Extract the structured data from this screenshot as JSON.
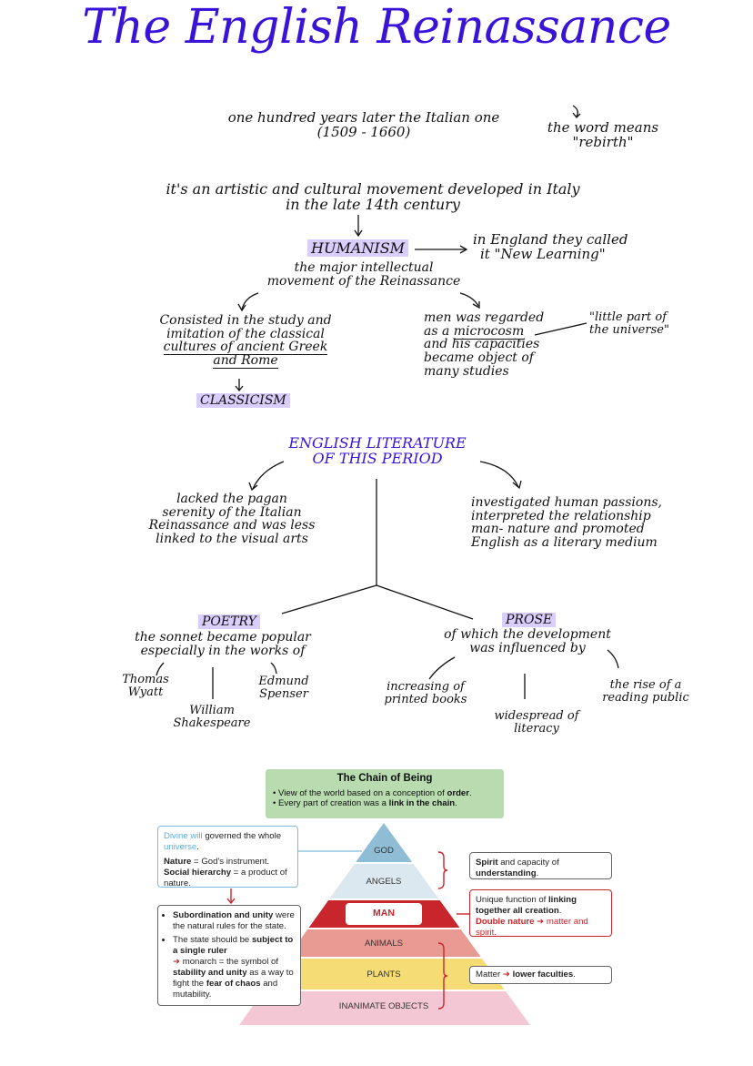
{
  "title": "The English Reinassance",
  "subtitle_line1": "one hundred years later the Italian one",
  "subtitle_line2": "(1509 - 1660)",
  "word_note_line1": "the word means",
  "word_note_line2": "\"rebirth\"",
  "intro_line1": "it's an artistic and cultural movement developed in Italy",
  "intro_line2": "in the late 14th century",
  "humanism": {
    "label": "HUMANISM",
    "desc_line1": "the major intellectual",
    "desc_line2": "movement of the Reinassance",
    "england_line1": "in England they called",
    "england_line2": "it \"New Learning\""
  },
  "left_branch": {
    "line1": "Consisted in the study and",
    "line2": "imitation of the classical",
    "line3": "cultures of ancient Greek",
    "line4": "and Rome",
    "result": "CLASSICISM"
  },
  "right_branch": {
    "line1": "men was regarded",
    "line2_prefix": "as a",
    "line2_word": "microcosm",
    "line3": "and his capacities",
    "line4": "became object of",
    "line5": "many studies",
    "note_line1": "\"little part of",
    "note_line2": "the universe\""
  },
  "literature": {
    "title_line1": "ENGLISH LITERATURE",
    "title_line2": "OF THIS PERIOD",
    "left_line1": "lacked the pagan",
    "left_line2": "serenity of the Italian",
    "left_line3": "Reinassance and was less",
    "left_line4": "linked to the visual arts",
    "right_line1": "investigated human passions,",
    "right_line2": "interpreted the relationship",
    "right_line3": "man- nature and promoted",
    "right_line4": "English as a literary medium"
  },
  "poetry": {
    "label": "POETRY",
    "line1": "the sonnet became popular",
    "line2": "especially in the works of",
    "author1_line1": "Thomas",
    "author1_line2": "Wyatt",
    "author2_line1": "William",
    "author2_line2": "Shakespeare",
    "author3_line1": "Edmund",
    "author3_line2": "Spenser"
  },
  "prose": {
    "label": "PROSE",
    "line1": "of which the development",
    "line2": "was influenced by",
    "factor1_line1": "increasing of",
    "factor1_line2": "printed books",
    "factor2_line1": "widespread of",
    "factor2_line2": "literacy",
    "factor3_line1": "the rise of a",
    "factor3_line2": "reading public"
  },
  "chain": {
    "title": "The Chain of Being",
    "bullet1_text": "View of the world based on a conception of ",
    "bullet1_bold": "order",
    "bullet2_text": "Every part of creation was a ",
    "bullet2_bold": "link in the chain",
    "divine_a": "Divine will",
    "divine_b": " governed the whole ",
    "divine_c": "universe",
    "nature_bold": "Nature",
    "nature_text": " = God's instrument.",
    "social_bold": "Social hierarchy",
    "social_text": " = a product of nature.",
    "sub_bold": "Subordination and unity",
    "sub_text": " were the natural rules for the state.",
    "state_a": "The state should be ",
    "state_b": "subject to a single ruler",
    "state_c": " monarch = the symbol of ",
    "state_d": "stability and unity",
    "state_e": " as a way to fight the ",
    "state_f": "fear of chaos",
    "state_g": " and mutability.",
    "tiers": [
      "GOD",
      "ANGELS",
      "MAN",
      "ANIMALS",
      "PLANTS",
      "INANIMATE OBJECTS"
    ],
    "spirit_bold": "Spirit",
    "spirit_text": " and capacity of ",
    "spirit_bold2": "understanding",
    "man_text1": "Unique function of ",
    "man_bold": "linking together all creation",
    "man_red": "Double nature",
    "man_red2": " matter and spirit.",
    "matter_text": "Matter ",
    "matter_bold": "lower faculties",
    "colors": {
      "green": "#b8dcb0",
      "god": "#8fbdd6",
      "angels": "#dce8ef",
      "man": "#c8262c",
      "animals": "#e99a93",
      "plants": "#f6dc74",
      "inanimate": "#f3c8d4",
      "accent": "#c8262c",
      "blue": "#5ab0dc"
    }
  }
}
